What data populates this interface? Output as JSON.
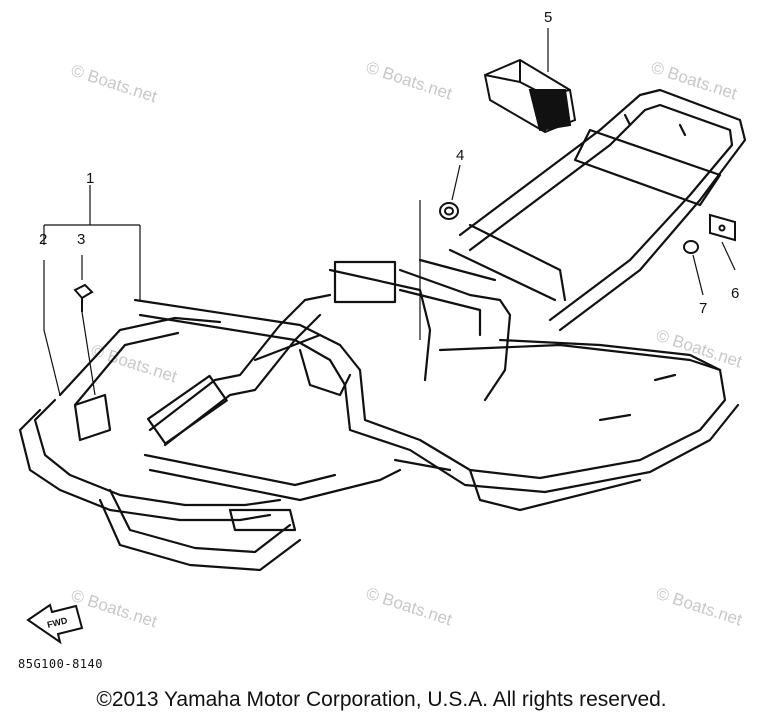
{
  "callouts": [
    "1",
    "2",
    "3",
    "4",
    "5",
    "6",
    "7"
  ],
  "watermark": "© Boats.net",
  "fwd_label": "FWD",
  "diagram_code": "85G100-8140",
  "copyright": "©2013 Yamaha Motor Corporation, U.S.A. All rights reserved."
}
